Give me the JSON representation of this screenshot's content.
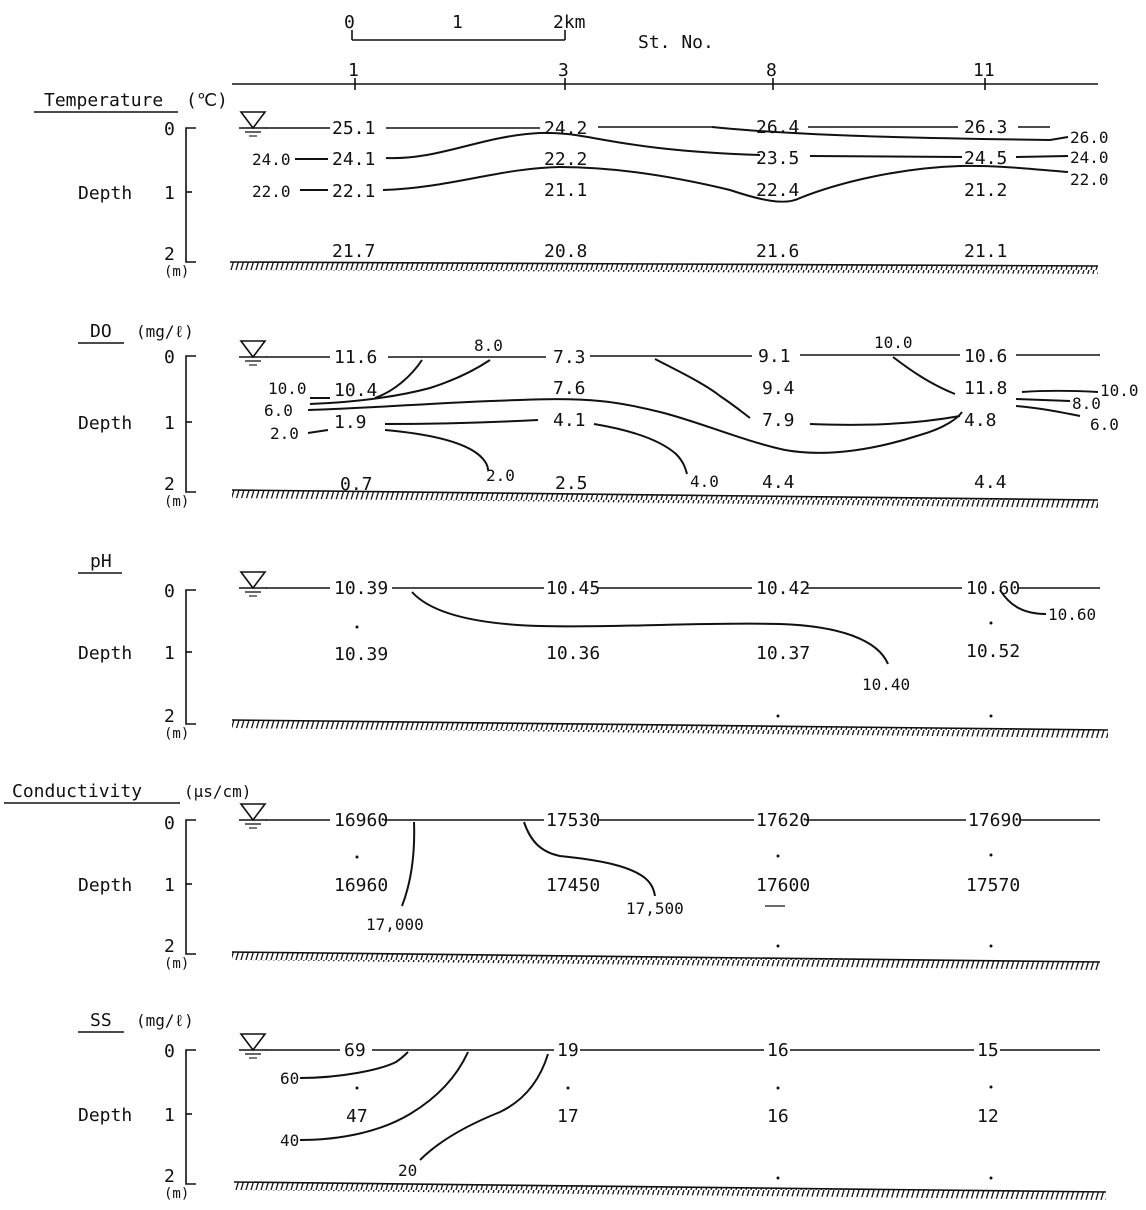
{
  "header": {
    "scale_ticks": [
      "0",
      "1",
      "2km"
    ],
    "station_label": "St. No.",
    "stations": [
      "1",
      "3",
      "8",
      "11"
    ]
  },
  "axis": {
    "depth_label": "Depth",
    "ticks": [
      "0",
      "1",
      "2"
    ],
    "unit": "(m)"
  },
  "panels": [
    {
      "id": "temperature",
      "title": "Temperature",
      "unit": "(℃)",
      "values": [
        {
          "text": "25.1"
        },
        {
          "text": "24.2"
        },
        {
          "text": "26.4"
        },
        {
          "text": "26.3"
        },
        {
          "text": "24.1"
        },
        {
          "text": "22.2"
        },
        {
          "text": "23.5"
        },
        {
          "text": "24.5"
        },
        {
          "text": "22.1"
        },
        {
          "text": "21.1"
        },
        {
          "text": "22.4"
        },
        {
          "text": "21.2"
        },
        {
          "text": "21.7"
        },
        {
          "text": "20.8"
        },
        {
          "text": "21.6"
        },
        {
          "text": "21.1"
        }
      ],
      "contours": [
        {
          "text": "24.0"
        },
        {
          "text": "22.0"
        },
        {
          "text": "26.0"
        },
        {
          "text": "24.0"
        },
        {
          "text": "22.0"
        }
      ]
    },
    {
      "id": "do",
      "title": "DO",
      "unit": "(mg/ℓ)",
      "values": [
        {
          "text": "11.6"
        },
        {
          "text": "7.3"
        },
        {
          "text": "9.1"
        },
        {
          "text": "10.6"
        },
        {
          "text": "10.4"
        },
        {
          "text": "7.6"
        },
        {
          "text": "9.4"
        },
        {
          "text": "11.8"
        },
        {
          "text": "1.9"
        },
        {
          "text": "4.1"
        },
        {
          "text": "7.9"
        },
        {
          "text": "4.8"
        },
        {
          "text": "0.7"
        },
        {
          "text": "2.5"
        },
        {
          "text": "4.4"
        },
        {
          "text": "4.4"
        }
      ],
      "contours": [
        {
          "text": "8.0"
        },
        {
          "text": "10.0"
        },
        {
          "text": "10.0"
        },
        {
          "text": "6.0"
        },
        {
          "text": "2.0"
        },
        {
          "text": "2.0"
        },
        {
          "text": "4.0"
        },
        {
          "text": "10.0"
        },
        {
          "text": "8.0"
        },
        {
          "text": "6.0"
        }
      ]
    },
    {
      "id": "ph",
      "title": "pH",
      "unit": "",
      "values": [
        {
          "text": "10.39"
        },
        {
          "text": "10.45"
        },
        {
          "text": "10.42"
        },
        {
          "text": "10.60"
        },
        {
          "text": "10.39"
        },
        {
          "text": "10.36"
        },
        {
          "text": "10.37"
        },
        {
          "text": "10.52"
        }
      ],
      "contours": [
        {
          "text": "10.40"
        },
        {
          "text": "10.60"
        }
      ]
    },
    {
      "id": "conductivity",
      "title": "Conductivity",
      "unit": "(μs/cm)",
      "values": [
        {
          "text": "16960"
        },
        {
          "text": "17530"
        },
        {
          "text": "17620"
        },
        {
          "text": "17690"
        },
        {
          "text": "16960"
        },
        {
          "text": "17450"
        },
        {
          "text": "17600"
        },
        {
          "text": "17570"
        }
      ],
      "contours": [
        {
          "text": "17,000"
        },
        {
          "text": "17,500"
        }
      ]
    },
    {
      "id": "ss",
      "title": "SS",
      "unit": "(mg/ℓ)",
      "values": [
        {
          "text": "69"
        },
        {
          "text": "19"
        },
        {
          "text": "16"
        },
        {
          "text": "15"
        },
        {
          "text": "47"
        },
        {
          "text": "17"
        },
        {
          "text": "16"
        },
        {
          "text": "12"
        }
      ],
      "contours": [
        {
          "text": "60"
        },
        {
          "text": "40"
        },
        {
          "text": "20"
        }
      ]
    }
  ]
}
